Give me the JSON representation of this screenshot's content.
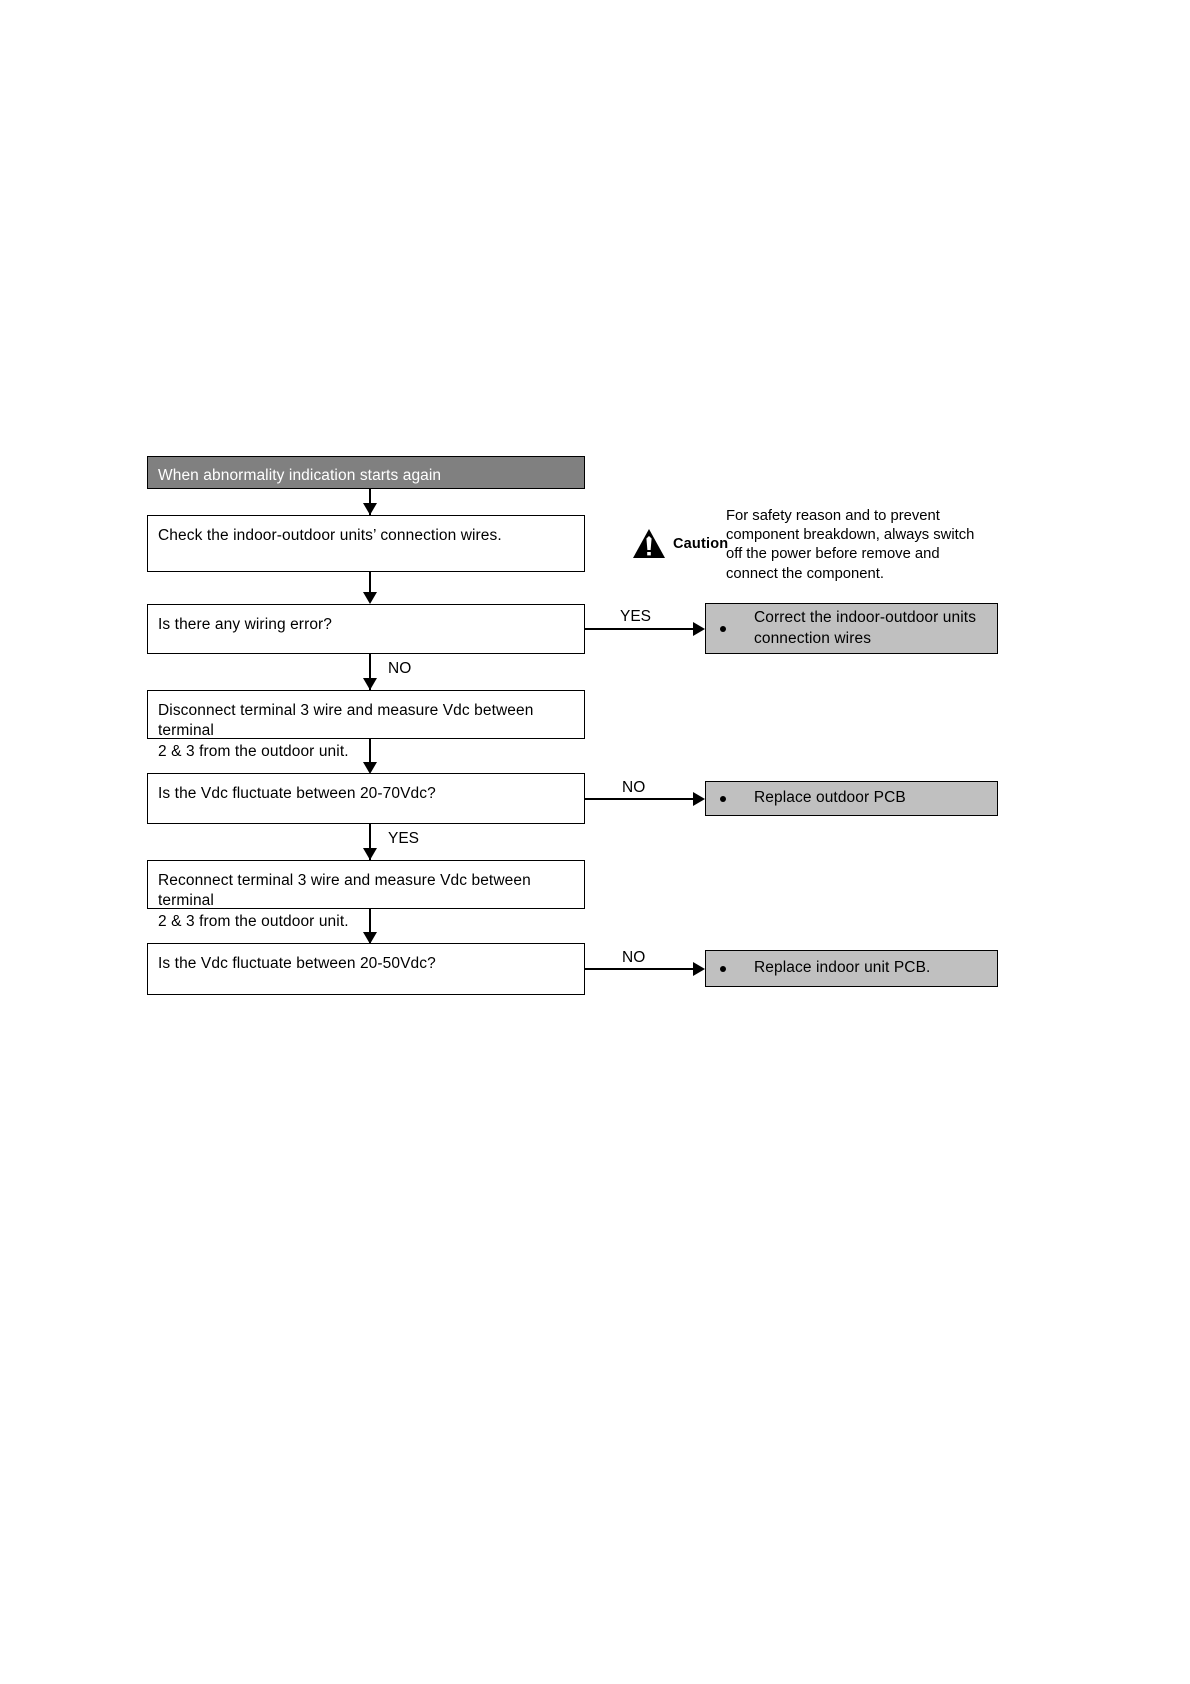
{
  "diagram": {
    "title": "When abnormality indication starts again",
    "nodes": [
      {
        "id": "start",
        "type": "header",
        "text": "When abnormality indication starts again"
      },
      {
        "id": "check-wires",
        "type": "process",
        "text": "Check the indoor-outdoor units’ connection wires."
      },
      {
        "id": "wiring-error",
        "type": "decision",
        "text": "Is there any wiring error?"
      },
      {
        "id": "disconnect-t3",
        "type": "process",
        "text": "Disconnect terminal 3 wire and measure Vdc between terminal\n2 & 3 from the outdoor unit."
      },
      {
        "id": "vdc-20-70",
        "type": "decision",
        "text": "Is the Vdc fluctuate between 20-70Vdc?"
      },
      {
        "id": "reconnect-t3",
        "type": "process",
        "text": "Reconnect terminal 3 wire and measure Vdc between terminal\n2 & 3 from the outdoor unit."
      },
      {
        "id": "vdc-20-50",
        "type": "decision",
        "text": "Is the Vdc fluctuate between 20-50Vdc?"
      }
    ],
    "results": [
      {
        "id": "correct-wires",
        "text": "Correct the indoor-outdoor units\nconnection wires"
      },
      {
        "id": "replace-outdoor-pcb",
        "text": "Replace outdoor PCB"
      },
      {
        "id": "replace-indoor-pcb",
        "text": "Replace indoor unit PCB."
      }
    ],
    "edge_labels": {
      "wiring_error_yes": "YES",
      "wiring_error_no": "NO",
      "vdc_20_70_no": "NO",
      "vdc_20_70_yes": "YES",
      "vdc_20_50_no": "NO"
    },
    "caution": {
      "icon": "warning-triangle-icon",
      "label": "Caution",
      "text": "For safety reason and to prevent\ncomponent breakdown, always switch\noff the power before remove and\nconnect the component."
    },
    "colors": {
      "header_fill": "#808080",
      "header_text": "#ffffff",
      "result_fill": "#c0c0c0",
      "box_fill": "#ffffff",
      "stroke": "#000000"
    }
  }
}
